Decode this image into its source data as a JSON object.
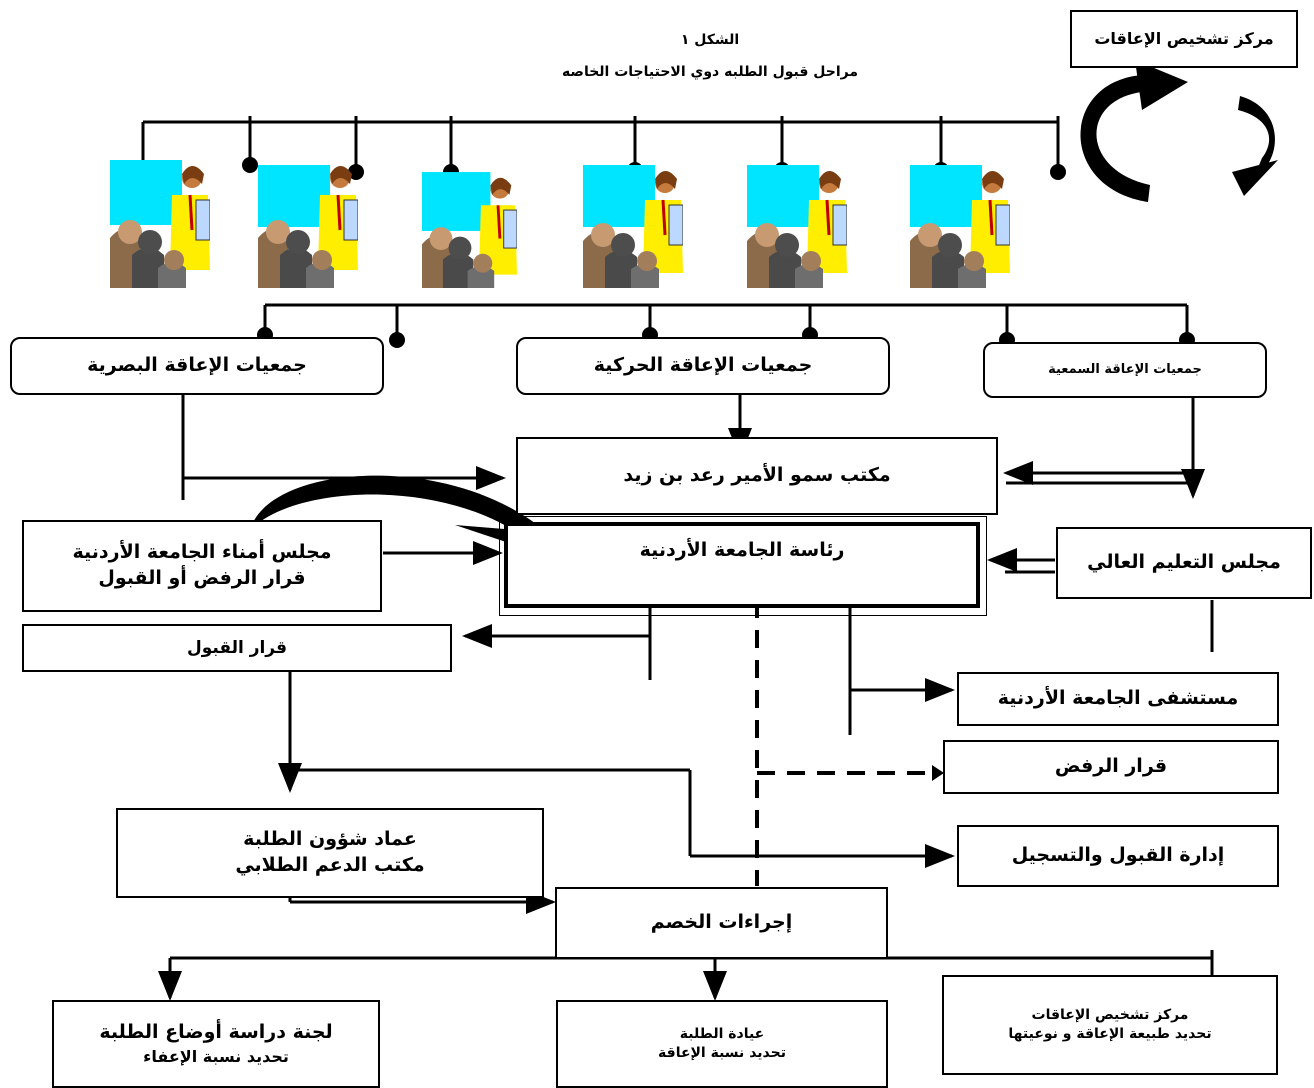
{
  "figure": {
    "label": "الشكل ١",
    "title": "مراحل قبول الطلبه دوي الاحتياجات الخاصه"
  },
  "nodes": {
    "diagnosis_center_top": "مركز تشخيص الإعاقات",
    "visual_assoc": "جمعيات الإعاقة البصرية",
    "motor_assoc": "جمعيات الإعاقة الحركية",
    "hearing_assoc": "جمعيات الإعاقة السمعية",
    "prince_office": "مكتب سمو الأمير رعد بن زيد",
    "board_trustees": {
      "line1": "مجلس أمناء الجامعة الأردنية",
      "line2": "قرار الرفض أو القبول"
    },
    "presidency": "رئاسة الجامعة الأردنية",
    "higher_ed_council": "مجلس التعليم العالي",
    "acceptance_decision": "قرار القبول",
    "hospital": "مستشفى الجامعة الأردنية",
    "rejection_decision": "قرار الرفض",
    "admission_registration": "إدارة القبول والتسجيل",
    "student_affairs": {
      "line1": "عماد شؤون الطلبة",
      "line2": "مكتب الدعم الطلابي"
    },
    "discount_procedures": "إجراءات الخصم",
    "student_committee": {
      "line1": "لجنة دراسة أوضاع الطلبة",
      "line2": "تحديد نسبة الإعفاء"
    },
    "student_clinic": {
      "line1": "عيادة الطلبة",
      "line2": "تحديد نسبة الإعاقة"
    },
    "diagnosis_center_bottom": {
      "line1": "مركز تشخيص الإعاقات",
      "line2": "تحديد طبيعة الإعاقة و نوعيتها"
    }
  },
  "colors": {
    "screen": "#00e5ff",
    "line": "#000000"
  }
}
